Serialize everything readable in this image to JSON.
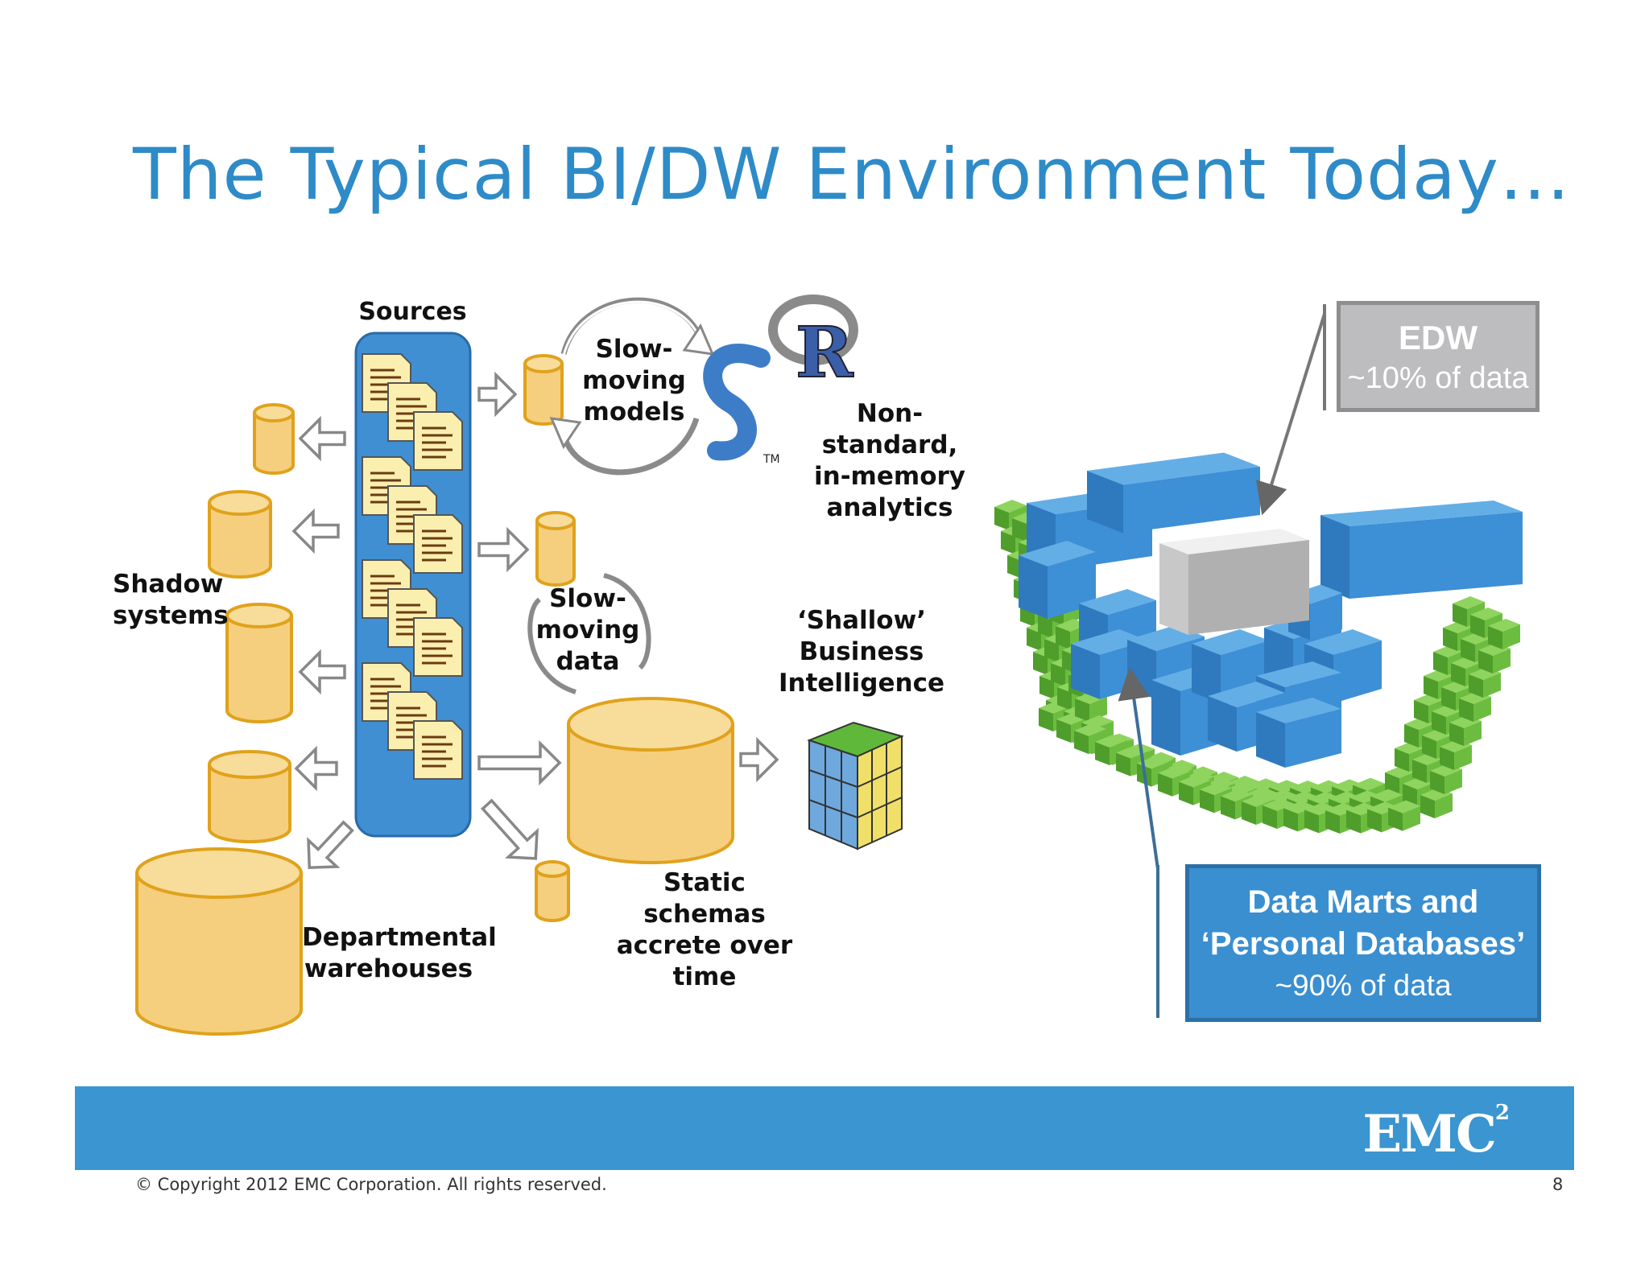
{
  "slide": {
    "title": "The Typical BI/DW Environment Today…",
    "copyright": "© Copyright 2012 EMC Corporation. All rights reserved.",
    "page_number": "8",
    "logo_text": "EMC",
    "logo_sup": "2"
  },
  "labels": {
    "sources": "Sources",
    "slow_models": [
      "Slow-",
      "moving",
      "models"
    ],
    "non_standard": [
      "Non-standard,",
      "in-memory",
      "analytics"
    ],
    "shadow": [
      "Shadow",
      "systems"
    ],
    "slow_data": [
      "Slow-",
      "moving",
      "data"
    ],
    "shallow_bi": [
      "‘Shallow’",
      "Business",
      "Intelligence"
    ],
    "static_schemas": [
      "Static schemas",
      "accrete over",
      "time"
    ],
    "departmental": [
      "Departmental",
      "warehouses"
    ],
    "r_logo": "R"
  },
  "edw_box": {
    "title": "EDW",
    "subtitle": "~10% of data"
  },
  "marts_box": {
    "line1": "Data Marts and",
    "line2": "‘Personal Databases’",
    "line3": "~90% of data"
  },
  "colors": {
    "title": "#2e8bc8",
    "band": "#3a95d0",
    "cylinder_fill": "#f5cf7e",
    "cylinder_stroke": "#e0a21c",
    "sources_panel": "#3f8fd2",
    "edw_box": "#bdbdbf",
    "marts_box": "#3a8fd0",
    "building_blue": "#3d8fd6",
    "building_grey": "#d0d0d0",
    "green_cubes": "#5fb83a"
  }
}
